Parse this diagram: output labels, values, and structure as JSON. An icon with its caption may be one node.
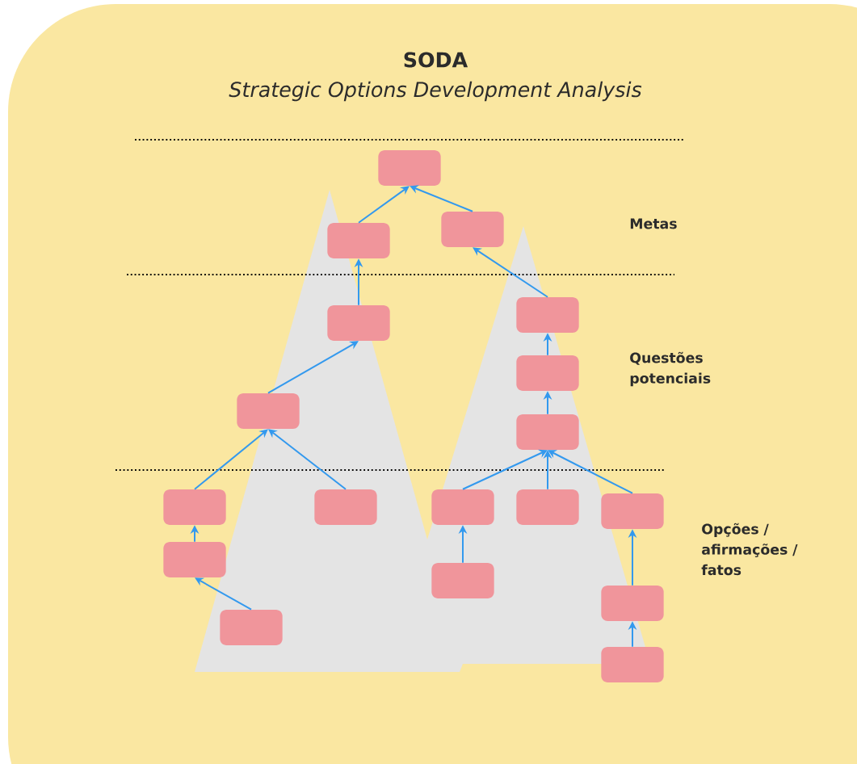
{
  "diagram": {
    "title": "SODA",
    "nodes": [
      {
        "text": [],
        "shape": "box"
      },
      {
        "text": [],
        "shape": "box"
      },
      {
        "text": [],
        "shape": "box"
      },
      {
        "text": [],
        "shape": "box"
      },
      {
        "text": [],
        "shape": "box"
      },
      {
        "text": [],
        "shape": "box"
      },
      {
        "text": [],
        "shape": "box"
      },
      {
        "text": [],
        "shape": "box"
      },
      {
        "text": [],
        "shape": "box"
      },
      {
        "text": [],
        "shape": "box"
      },
      {
        "text": [],
        "shape": "box"
      },
      {
        "text": [],
        "shape": "box"
      },
      {
        "text": [],
        "shape": "box"
      },
      {
        "text": [],
        "shape": "box"
      },
      {
        "text": [],
        "shape": "box"
      },
      {
        "text": [],
        "shape": "box"
      },
      {
        "text": [],
        "shape": "box"
      },
      {
        "text": [],
        "shape": "box"
      }
    ],
    "edges": [
      {
        "from": 1,
        "to": 0,
        "arrow": "to"
      },
      {
        "from": 2,
        "to": 0,
        "arrow": "to"
      },
      {
        "from": 5,
        "to": 2,
        "arrow": "to"
      },
      {
        "from": 3,
        "to": 1,
        "arrow": "to"
      },
      {
        "from": 4,
        "to": 3,
        "arrow": "to"
      },
      {
        "from": 8,
        "to": 4,
        "arrow": "to"
      },
      {
        "from": 9,
        "to": 4,
        "arrow": "to"
      },
      {
        "from": 13,
        "to": 8,
        "arrow": "to"
      },
      {
        "from": 14,
        "to": 13,
        "arrow": "to"
      },
      {
        "from": 6,
        "to": 5,
        "arrow": "to"
      },
      {
        "from": 7,
        "to": 6,
        "arrow": "to"
      },
      {
        "from": 10,
        "to": 7,
        "arrow": "to"
      },
      {
        "from": 11,
        "to": 7,
        "arrow": "to"
      },
      {
        "from": 12,
        "to": 7,
        "arrow": "to"
      },
      {
        "from": 15,
        "to": 10,
        "arrow": "to"
      },
      {
        "from": 16,
        "to": 12,
        "arrow": "to"
      },
      {
        "from": 17,
        "to": 16,
        "arrow": "to"
      }
    ],
    "labels": [
      "Strategic Options Development Analysis",
      "Metas",
      "Questões potenciais",
      "Opções / afirmações / fatos"
    ]
  }
}
